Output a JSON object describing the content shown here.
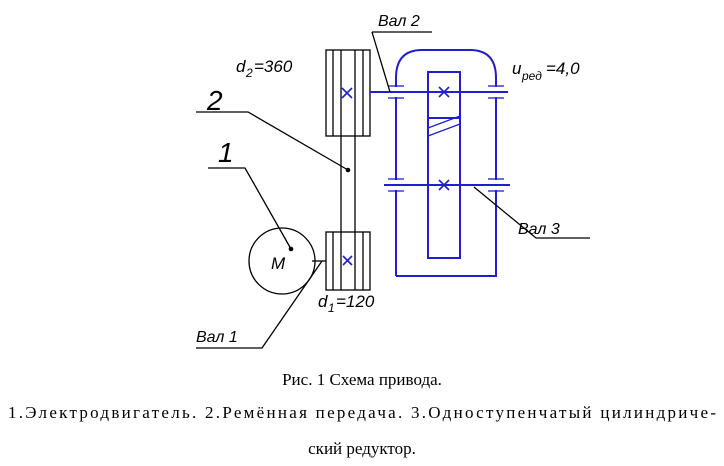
{
  "labels": {
    "shaft2": "Вал 2",
    "shaft3": "Вал 3",
    "shaft1": "Вал 1",
    "d2_main": "d",
    "d2_sub": "2",
    "d2_value": "=360",
    "d1_main": "d",
    "d1_sub": "1",
    "d1_value": "=120",
    "u_main": "u",
    "u_sub": "ред",
    "u_value": "=4,0",
    "callout1": "1",
    "callout2": "2",
    "motor": "M"
  },
  "caption": {
    "line1": "Рис. 1 Схема привода.",
    "line2": "1.Электродвигатель. 2.Ремённая передача. 3.Одноступенчатый цилиндриче-",
    "line3": "ский редуктор."
  },
  "colors": {
    "line": "#000000",
    "gearbox": "#1f1fd0"
  }
}
